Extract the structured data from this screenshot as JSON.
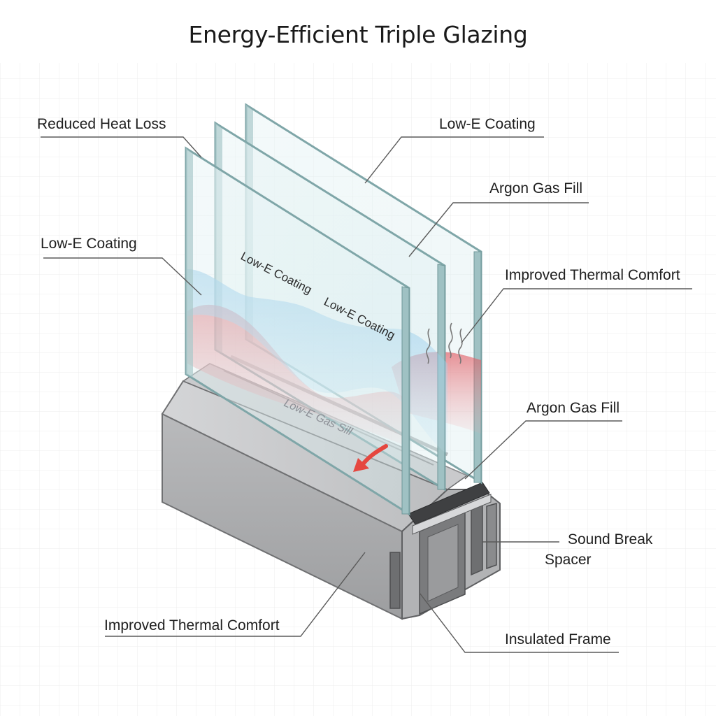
{
  "title": "Energy-Efficient Triple Glazing",
  "callouts": {
    "reduced_heat_loss": "Reduced Heat Loss",
    "low_e_top_right": "Low-E Coating",
    "argon_top": "Argon Gas Fill",
    "low_e_left": "Low-E Coating",
    "thermal_comfort_right": "Improved Thermal Comfort",
    "argon_bottom": "Argon Gas Fill",
    "sound_break": "Sound Break",
    "spacer": "Spacer",
    "thermal_comfort_left": "Improved Thermal Comfort",
    "insulated_frame": "Insulated Frame"
  },
  "glass_labels": {
    "coating_1": "Low-E Coating",
    "coating_2": "Low-E Coating",
    "sill_text": "Low-E Gas Sill"
  },
  "colors": {
    "warm": "#e0555d",
    "cool": "#79bde6",
    "glass_edge": "#7fa6a8",
    "frame": "#a8a9ab",
    "grid": "#ececec"
  }
}
